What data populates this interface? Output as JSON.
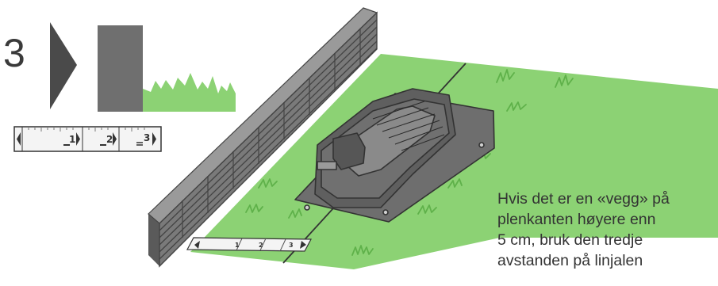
{
  "step": {
    "number": "3"
  },
  "ruler": {
    "marks": [
      "1",
      "2",
      "3"
    ]
  },
  "instruction": {
    "lines": [
      "Hvis det er en «vegg» på",
      "plenkanten høyere enn",
      "5 cm, bruk den tredje",
      "avstanden på linjalen"
    ]
  },
  "colors": {
    "grass": "#8cd274",
    "wall": "#7a7a7a",
    "robot_body": "#6e6e6e",
    "ruler": "#f2f2f2",
    "text": "#333333"
  },
  "icons": {
    "step_arrow": "arrow-right-icon"
  }
}
